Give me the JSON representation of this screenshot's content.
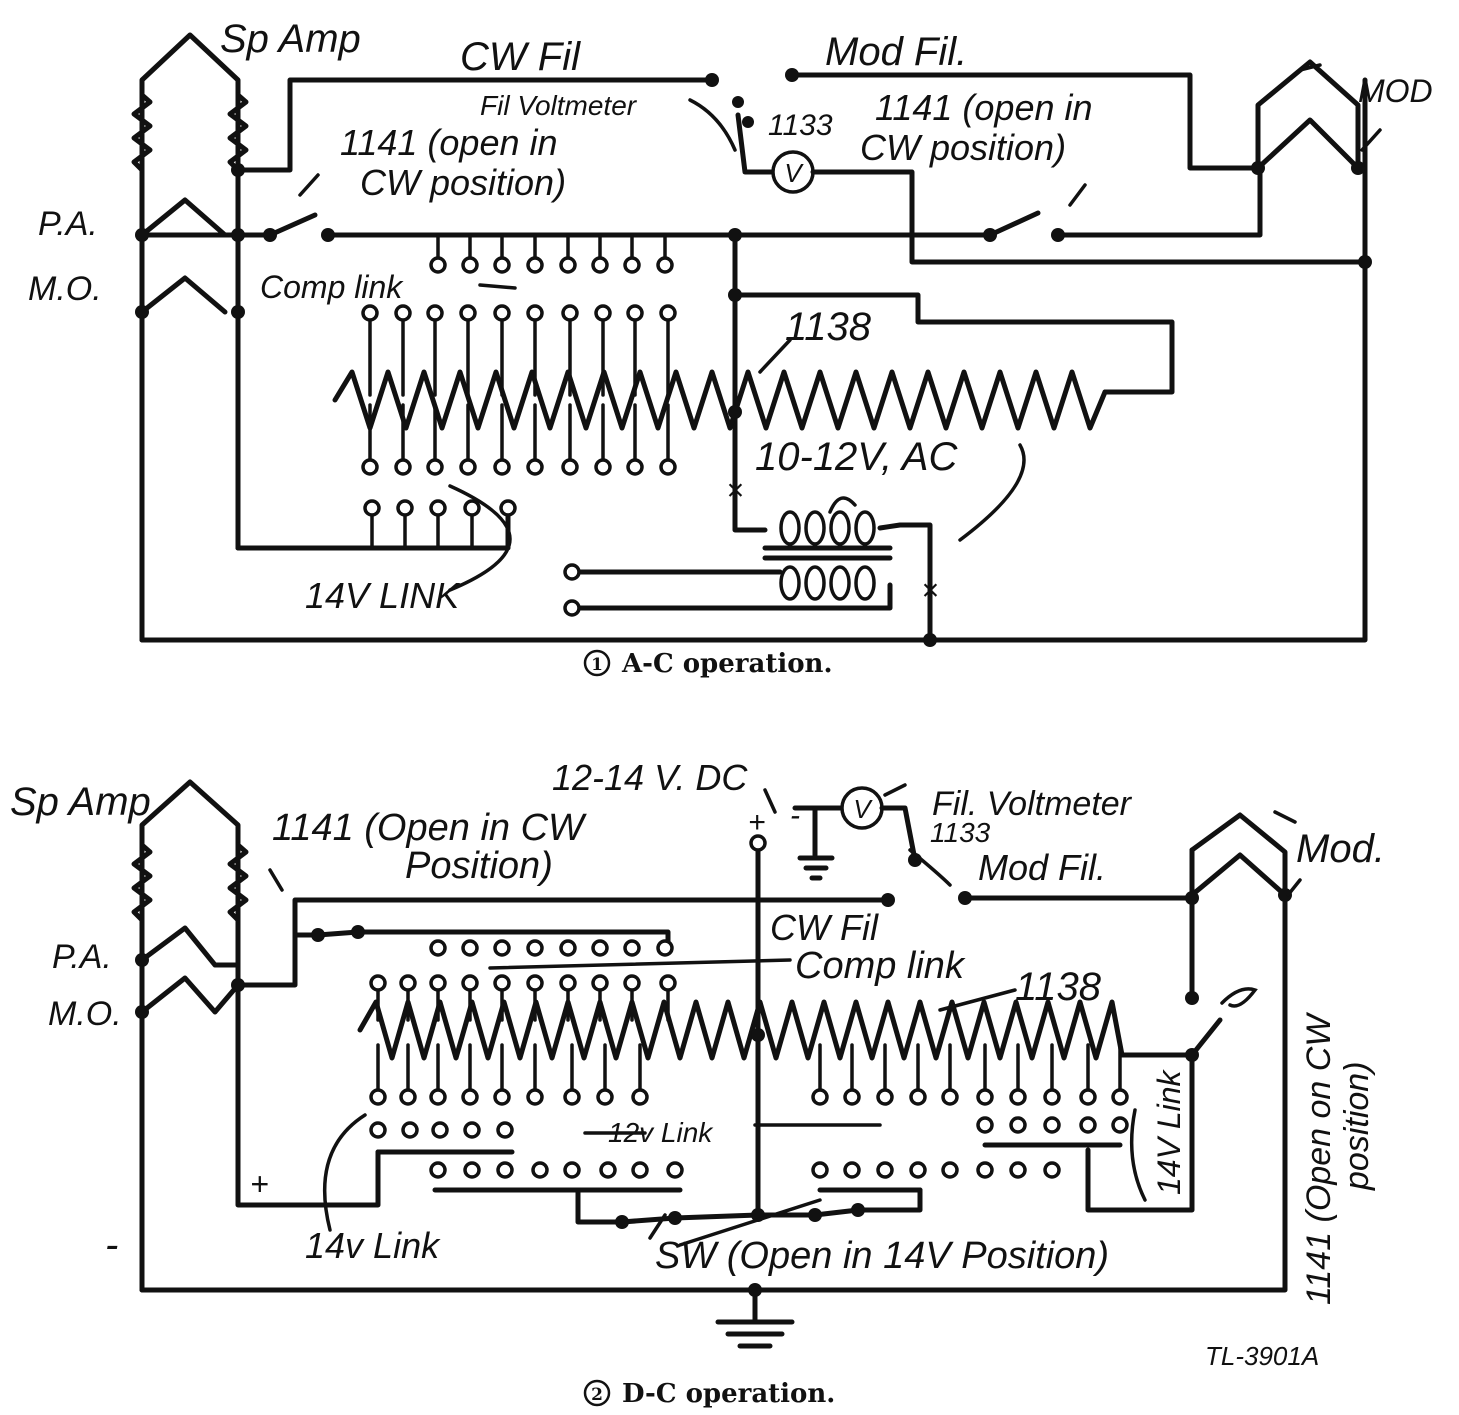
{
  "diagram_a": {
    "caption": "A-C operation.",
    "caption_marker": "1",
    "labels": {
      "sp_amp": "Sp Amp",
      "cw_fil": "CW Fil",
      "mod_fil": "Mod Fil.",
      "fil_voltmeter": "Fil Voltmeter",
      "v_1133": "1133",
      "sw1141_left_a": "1141 (open in",
      "sw1141_left_b": "CW position)",
      "sw1141_right_a": "1141 (open in",
      "sw1141_right_b": "CW position)",
      "mod": "MOD",
      "pa": "P.A.",
      "mo": "M.O.",
      "comp_link": "Comp link",
      "r1138": "1138",
      "ac_voltage": "10-12V, AC",
      "link14": "14V LINK",
      "meter_symbol": "V"
    }
  },
  "diagram_b": {
    "caption": "D-C operation.",
    "caption_marker": "2",
    "labels": {
      "sp_amp": "Sp Amp",
      "dc_voltage": "12-14 V. DC",
      "fil_voltmeter": "Fil. Voltmeter",
      "v_1133": "1133",
      "sw1141_left_a": "1141 (Open in CW",
      "sw1141_left_b": "Position)",
      "mod_fil": "Mod Fil.",
      "mod": "Mod.",
      "pa": "P.A.",
      "mo": "M.O.",
      "cw_fil": "CW Fil",
      "comp_link": "Comp link",
      "r1138": "1138",
      "link12": "12v Link",
      "link14_left": "14v Link",
      "link14_right": "14V Link",
      "sw": "SW (Open in 14V Position)",
      "sw1141_right": "1141 (Open on CW position)",
      "plus": "+",
      "minus": "-",
      "meter_symbol": "V",
      "pole_plus": "+",
      "pole_minus": "-"
    }
  },
  "figure_id": "TL-3901A"
}
